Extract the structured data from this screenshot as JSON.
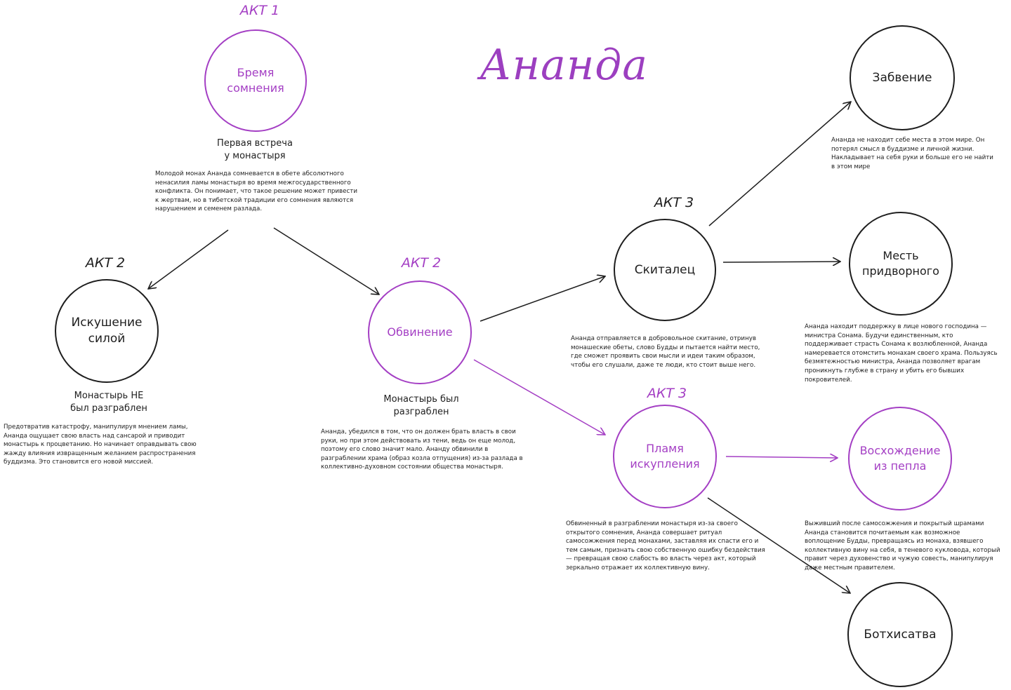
{
  "title": "Ананда",
  "colors": {
    "accent": "#a43fc4",
    "ink": "#1e1e1e"
  },
  "acts": {
    "act1": "АКТ 1",
    "act2_left": "АКТ 2",
    "act2_center": "АКТ 2",
    "act3_top": "АКТ 3",
    "act3_bottom": "АКТ 3"
  },
  "nodes": {
    "burden": {
      "label": "Бремя\nсомнения",
      "subtitle": "Первая встреча\nу монастыря",
      "text": "Молодой монах Ананда сомневается в обете абсолютного ненасилия ламы монастыря во время межгосударственного конфликта. Он понимает, что такое решение может привести к жертвам, но в тибетской традиции его сомнения являются нарушением и семенем разлада."
    },
    "temptation": {
      "label": "Искушение\nсилой",
      "subtitle": "Монастырь НЕ\nбыл разграблен",
      "text": "Предотвратив катастрофу, манипулируя мнением ламы, Ананда ощущает свою власть над сансарой и приводит монастырь к процветанию. Но начинает оправдывать свою жажду влияния извращенным желанием распространения буддизма. Это становится его новой миссией."
    },
    "accusation": {
      "label": "Обвинение",
      "subtitle": "Монастырь был\nразграблен",
      "text": "Ананда, убедился в том, что он должен брать власть в свои руки, но при этом действовать из тени, ведь он еще молод, поэтому его слово значит мало. Ананду обвинили в разграблении храма (образ козла отпущения) из-за разлада в коллективно-духовном состоянии общества монастыря."
    },
    "wanderer": {
      "label": "Скиталец",
      "text": "Ананда отправляется в добровольное скитание, отринув монашеские обеты, слово Будды и пытается найти место, где сможет проявить свои мысли и идеи таким образом, чтобы его слушали, даже те люди, кто стоит выше него."
    },
    "flame": {
      "label": "Пламя\nискупления",
      "text": "Обвиненный в разграблении монастыря из-за своего открытого сомнения, Ананда совершает ритуал самосожжения перед монахами, заставляя их спасти его и тем самым, признать свою собственную ошибку бездействия — превращая свою слабость во власть через акт, который зеркально отражает их коллективную вину."
    },
    "oblivion": {
      "label": "Забвение",
      "text": "Ананда не находит себе места в этом мире. Он потерял смысл в буддизме и личной жизни. Накладывает на себя руки и больше его не найти в этом мире"
    },
    "revenge": {
      "label": "Месть\nпридворного",
      "text": "Ананда находит поддержку в лице нового господина — министра Сонама. Будучи единственным, кто поддерживает страсть Сонама к возлюбленной, Ананда намеревается отомстить монахам своего храма. Пользуясь безмятежностью министра, Ананда позволяет врагам проникнуть глубже в страну и убить его бывших покровителей."
    },
    "ascension": {
      "label": "Восхождение\nиз пепла",
      "text": "Выживший после самосожжения и покрытый шрамами Ананда становится почитаемым как возможное воплощение Будды, превращаясь из монаха, взявшего коллективную вину на себя, в теневого кукловода, который правит через духовенство и чужую совесть, манипулируя даже местным правителем."
    },
    "bodhisattva": {
      "label": "Ботхисатва"
    }
  }
}
